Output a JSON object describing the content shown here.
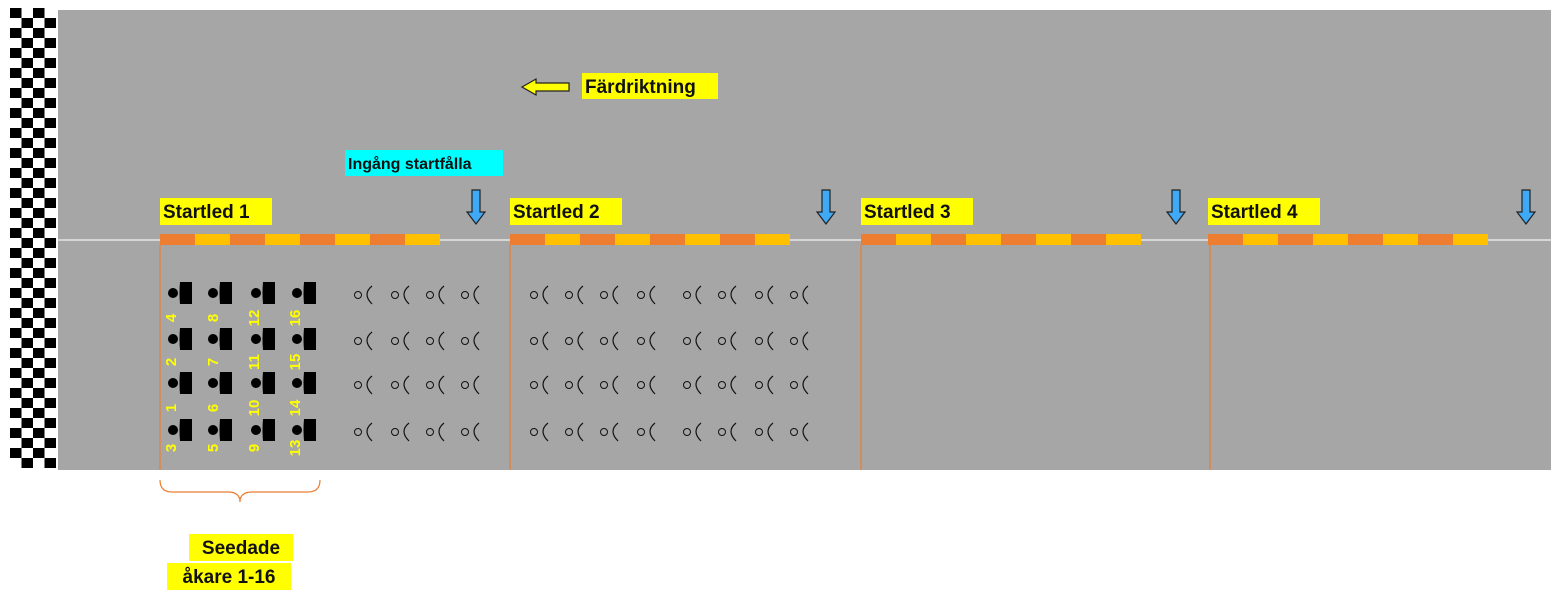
{
  "direction_label": "Färdriktning",
  "entry_label": "Ingång startfålla",
  "start_rows": [
    {
      "label": "Startled 1"
    },
    {
      "label": "Startled 2"
    },
    {
      "label": "Startled 3"
    },
    {
      "label": "Startled 4"
    }
  ],
  "seeded_numbers": [
    [
      "4",
      "2",
      "1",
      "3"
    ],
    [
      "8",
      "7",
      "6",
      "5"
    ],
    [
      "12",
      "11",
      "10",
      "9"
    ],
    [
      "16",
      "15",
      "14",
      "13"
    ]
  ],
  "seeded_caption": {
    "line1": "Seedade",
    "line2": "åkare 1-16"
  },
  "colors": {
    "track": "#a6a6a6",
    "highlight": "#ffff00",
    "entry_highlight": "#00ffff",
    "dash_orange": "#ed7d31",
    "dash_gold": "#ffc000",
    "arrow_blue": "#3fa9f5",
    "number_yellow": "#ffff00"
  },
  "icons": {
    "direction": "arrow-left-icon",
    "entry": "arrow-down-icon",
    "seeded_skater": "seeded-skater-icon",
    "open_skater": "open-skater-icon",
    "finish": "checkered-flag-icon"
  }
}
